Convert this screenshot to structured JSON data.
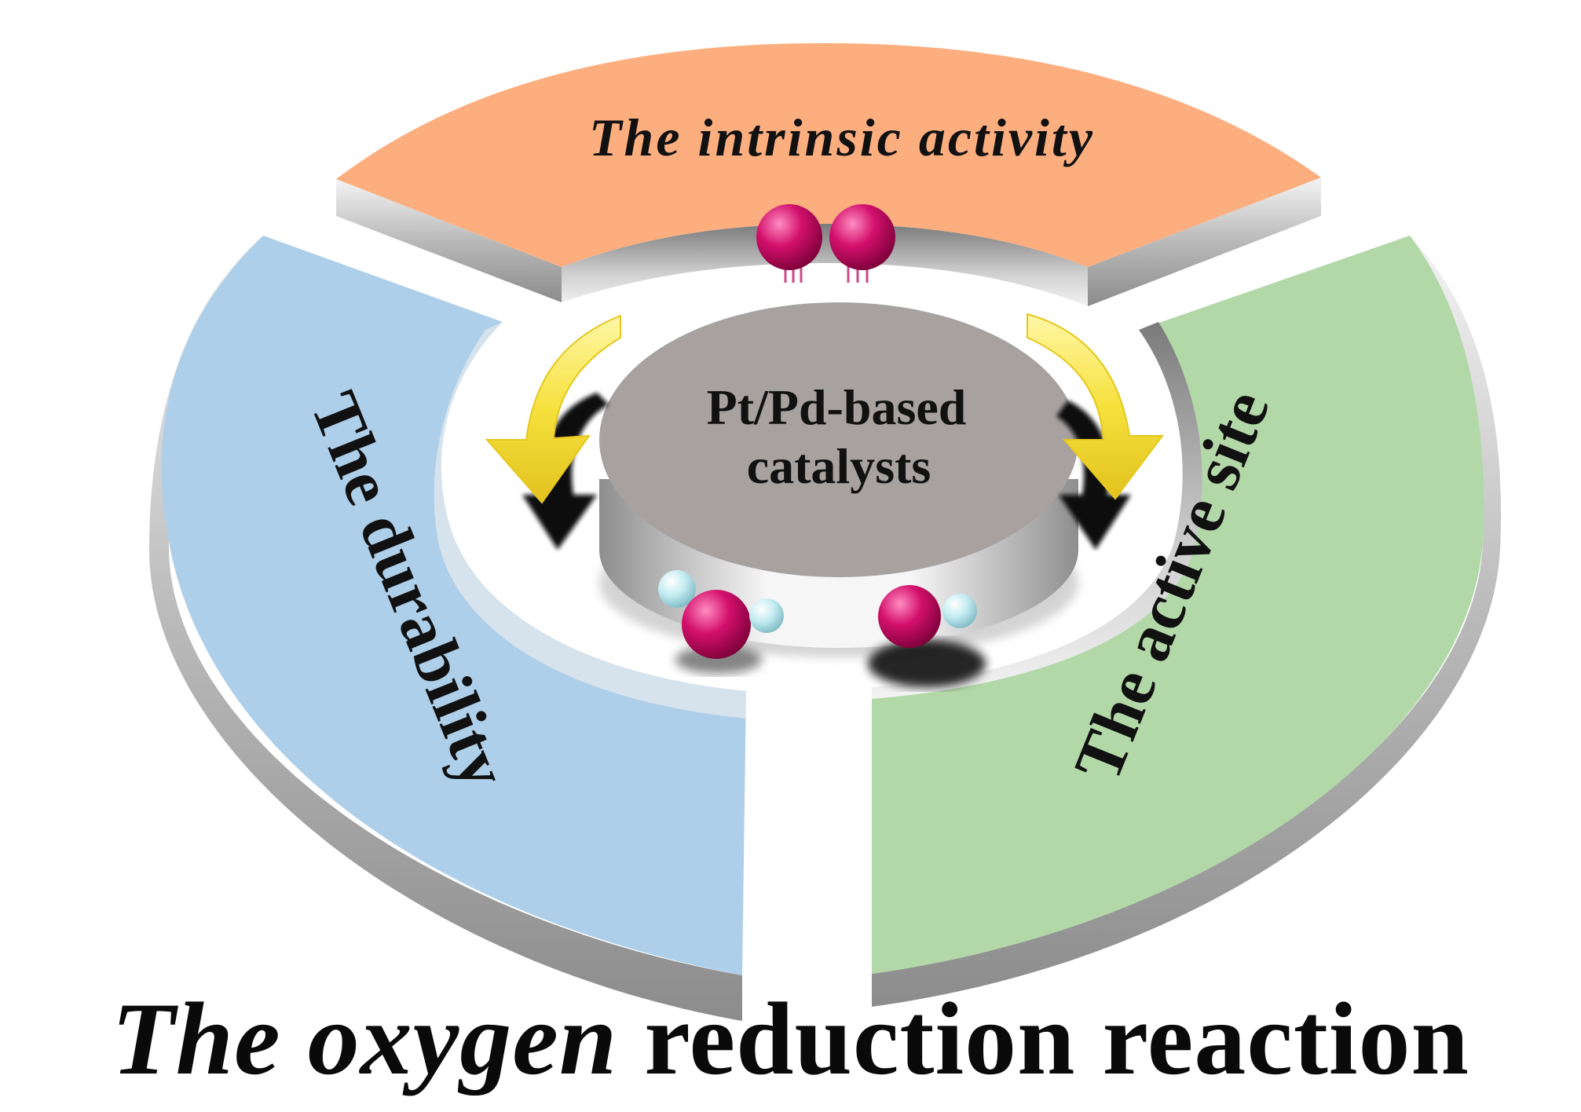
{
  "title": {
    "lead": "The ",
    "emph": "oxygen",
    "rest": " reduction reaction"
  },
  "center_label": {
    "line1": "Pt/Pd-based",
    "line2": "catalysts"
  },
  "segments": {
    "top": {
      "label": "The intrinsic activity",
      "color": "#fcae7f"
    },
    "left": {
      "label": "The durability",
      "color": "#aecfe9"
    },
    "right": {
      "label": "The active site",
      "color": "#b2d8a8"
    }
  },
  "center_color": "#a7a1a0",
  "molecule_colors": {
    "oxygen": "#d3106c",
    "hydrogen": "#c3ecf1"
  },
  "arrow_colors": {
    "outer": "#f6e13c",
    "inner": "#111111"
  },
  "icons": [
    "o2-molecule-icon",
    "water-molecule-icon",
    "curved-arrow-icon"
  ]
}
